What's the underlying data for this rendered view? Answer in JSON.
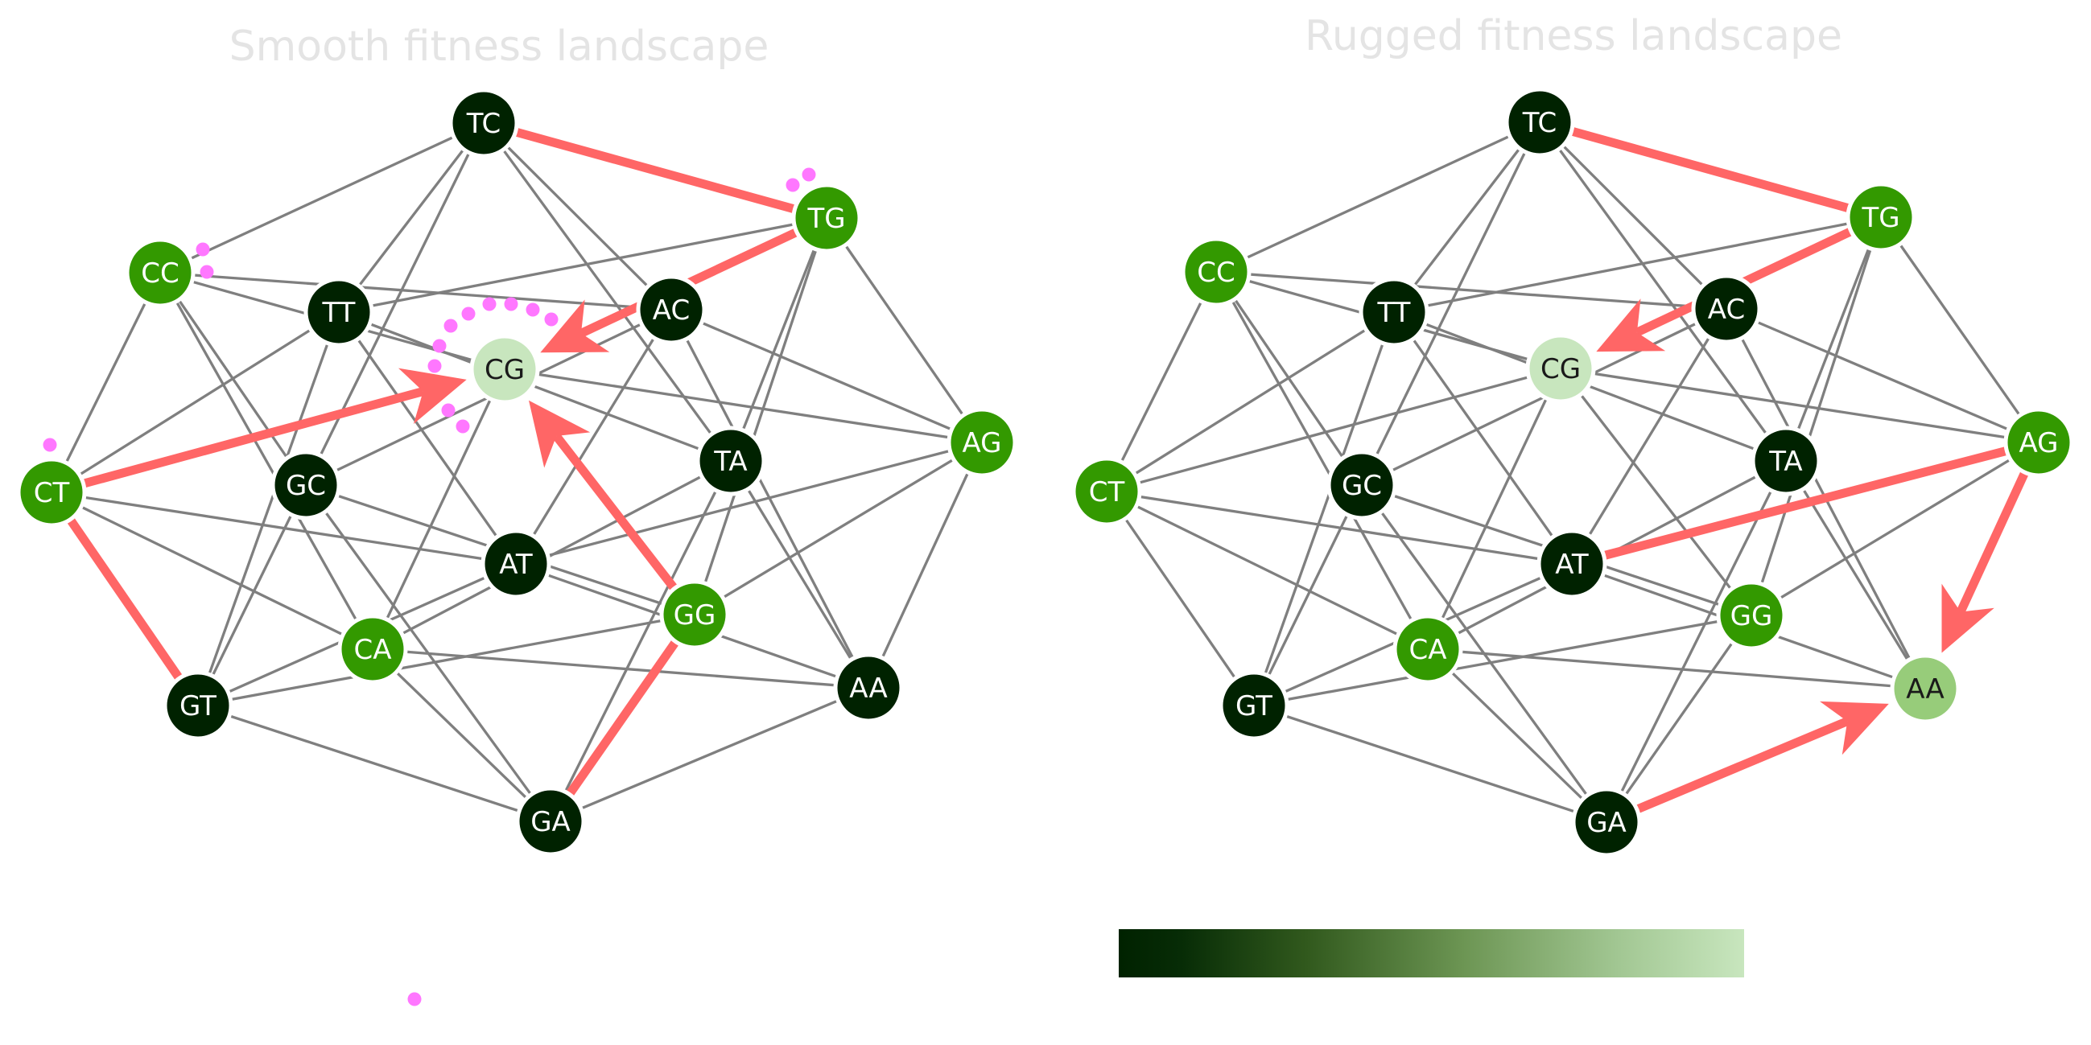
{
  "panels": [
    {
      "title": "Smooth fitness landscape",
      "nodes": [
        {
          "label": "TC",
          "fitness": 0.0
        },
        {
          "label": "TG",
          "fitness": 0.4
        },
        {
          "label": "CC",
          "fitness": 0.4
        },
        {
          "label": "TT",
          "fitness": 0.0
        },
        {
          "label": "AC",
          "fitness": 0.0
        },
        {
          "label": "CG",
          "fitness": 1.0
        },
        {
          "label": "AG",
          "fitness": 0.4
        },
        {
          "label": "CT",
          "fitness": 0.4
        },
        {
          "label": "GC",
          "fitness": 0.0
        },
        {
          "label": "TA",
          "fitness": 0.0
        },
        {
          "label": "AT",
          "fitness": 0.0
        },
        {
          "label": "GG",
          "fitness": 0.4
        },
        {
          "label": "CA",
          "fitness": 0.4
        },
        {
          "label": "GT",
          "fitness": 0.0
        },
        {
          "label": "AA",
          "fitness": 0.0
        },
        {
          "label": "GA",
          "fitness": 0.0
        }
      ],
      "red_edges": [
        [
          "TC",
          "TG"
        ],
        [
          "CT",
          "GT"
        ],
        [
          "GA",
          "GG"
        ]
      ],
      "arrows": [
        [
          "TG",
          "CG"
        ],
        [
          "CT",
          "CG"
        ],
        [
          "GG",
          "CG"
        ]
      ]
    },
    {
      "title": "Rugged fitness landscape",
      "nodes": [
        {
          "label": "TC",
          "fitness": 0.0
        },
        {
          "label": "TG",
          "fitness": 0.4
        },
        {
          "label": "CC",
          "fitness": 0.4
        },
        {
          "label": "TT",
          "fitness": 0.0
        },
        {
          "label": "AC",
          "fitness": 0.0
        },
        {
          "label": "CG",
          "fitness": 1.0
        },
        {
          "label": "AG",
          "fitness": 0.4
        },
        {
          "label": "CT",
          "fitness": 0.4
        },
        {
          "label": "GC",
          "fitness": 0.0
        },
        {
          "label": "TA",
          "fitness": 0.0
        },
        {
          "label": "AT",
          "fitness": 0.0
        },
        {
          "label": "GG",
          "fitness": 0.4
        },
        {
          "label": "CA",
          "fitness": 0.4
        },
        {
          "label": "GT",
          "fitness": 0.0
        },
        {
          "label": "AA",
          "fitness": 0.6
        },
        {
          "label": "GA",
          "fitness": 0.0
        }
      ],
      "red_edges": [
        [
          "TC",
          "TG"
        ],
        [
          "AT",
          "AG"
        ]
      ],
      "arrows": [
        [
          "TG",
          "CG"
        ],
        [
          "AG",
          "AA"
        ],
        [
          "GA",
          "AA"
        ]
      ]
    }
  ],
  "colorbar": {
    "min_color": "#002200",
    "max_color": "#c8e6be"
  },
  "colors": {
    "edge": "#7f7f7f",
    "path": "#ff6666",
    "highlight_dots": "#ff77ff",
    "title": "#e4e4e4"
  }
}
